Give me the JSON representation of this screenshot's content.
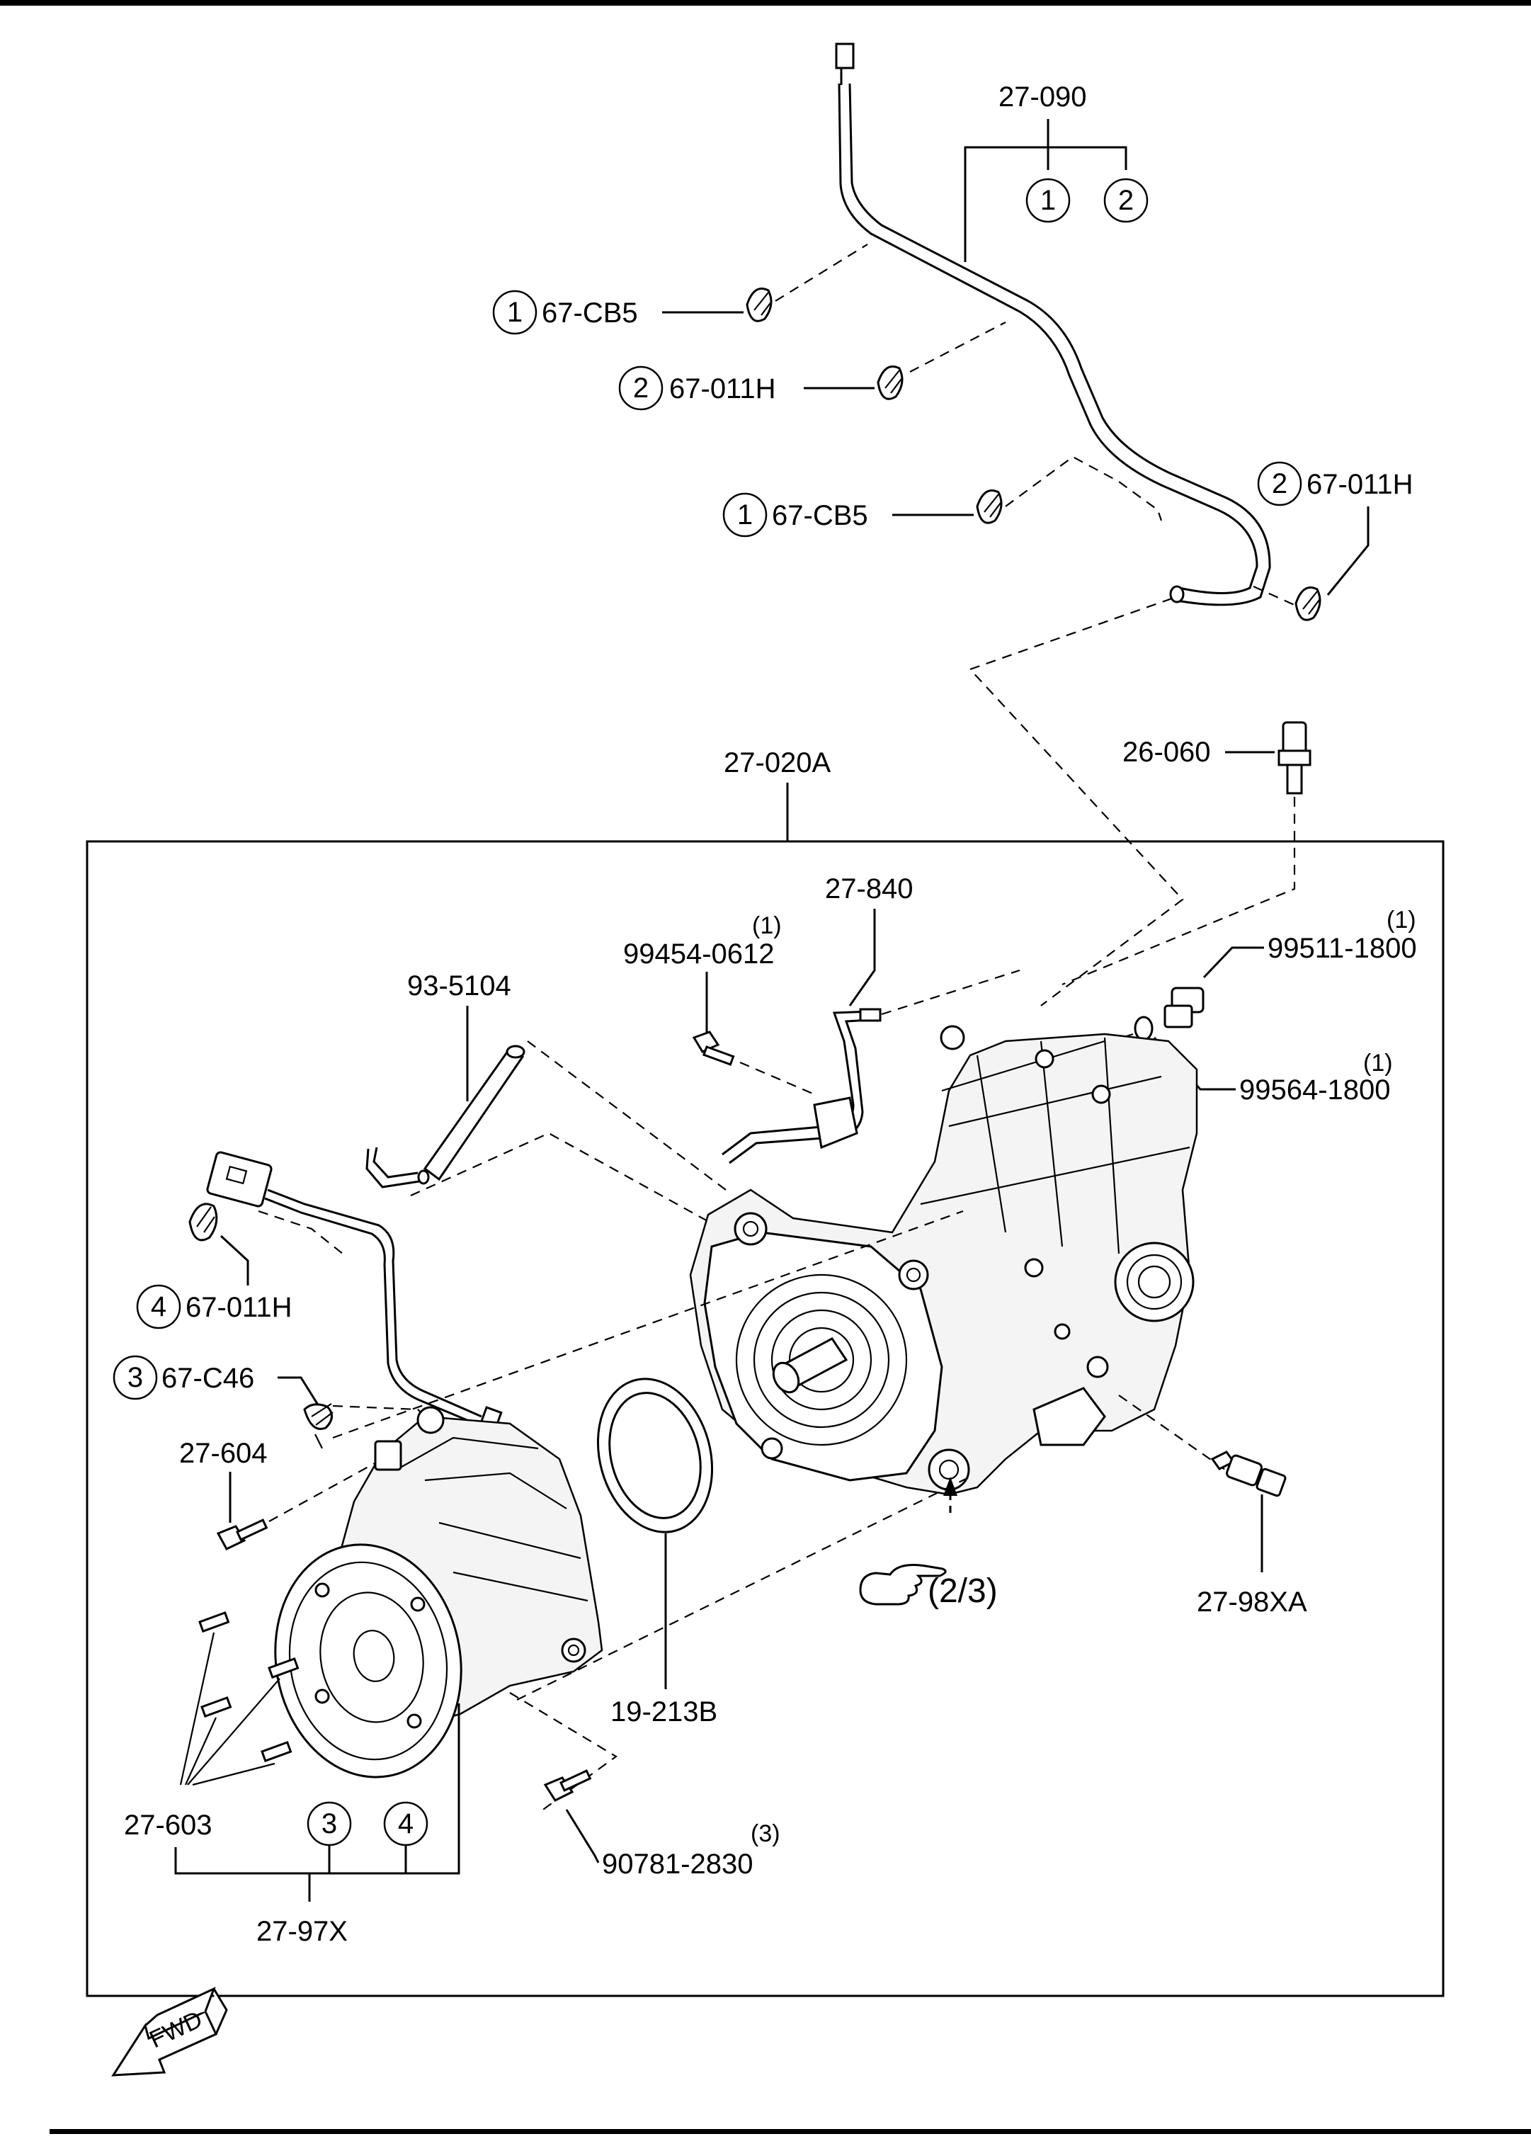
{
  "labels": {
    "hose_assy": "27-090",
    "clip_cb5_top": "67-CB5",
    "clip_011h_top": "67-011H",
    "clip_cb5_mid": "67-CB5",
    "clip_011h_right": "67-011H",
    "transfer_case": "27-020A",
    "vent_plug": "26-060",
    "breather_pipe": "27-840",
    "bolt_99454": "99454-0612",
    "bolt_99454_qty": "(1)",
    "plug_99511": "99511-1800",
    "plug_99511_qty": "(1)",
    "gasket_99564": "99564-1800",
    "gasket_99564_qty": "(1)",
    "hose_93": "93-5104",
    "clip_011h_left": "67-011H",
    "clip_c46": "67-C46",
    "bolt_604": "27-604",
    "ref_page": "(2/3)",
    "switch_98xa": "27-98XA",
    "seal_19": "19-213B",
    "stud_603": "27-603",
    "actuator_97x": "27-97X",
    "bolt_90781": "90781-2830",
    "bolt_90781_qty": "(3)",
    "fwd": "FWD"
  },
  "circled_refs": {
    "r1": "1",
    "r2": "2",
    "r3": "3",
    "r4": "4"
  }
}
